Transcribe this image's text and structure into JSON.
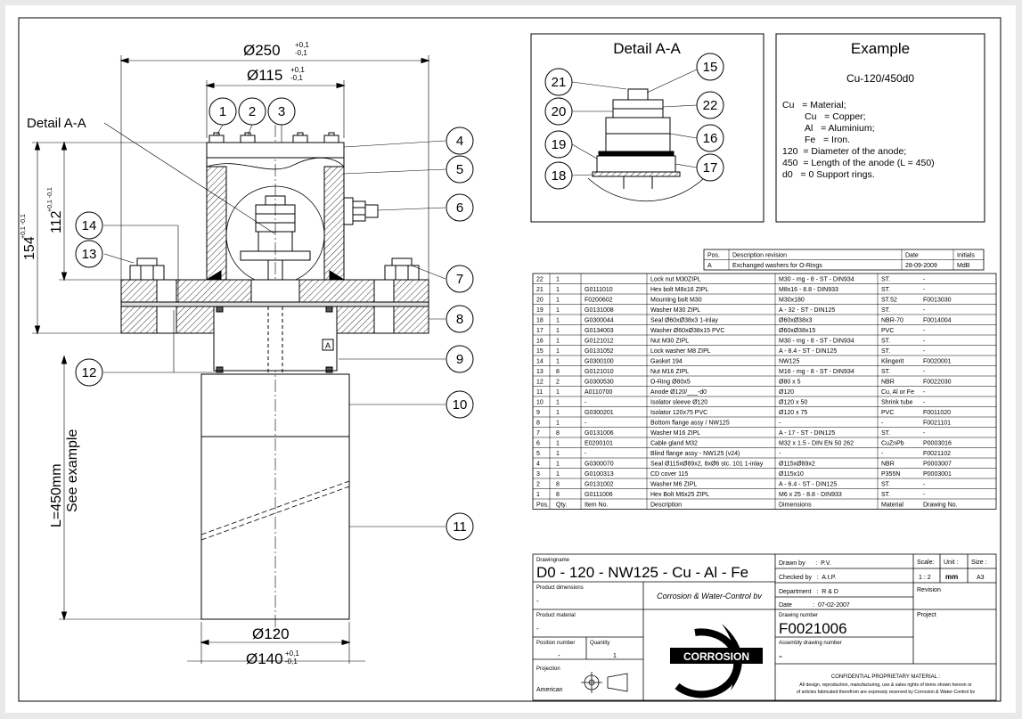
{
  "drawing": {
    "dim_top_outer": "Ø250",
    "dim_top_outer_tol_plus": "+0,1",
    "dim_top_outer_tol_minus": "-0,1",
    "dim_top_inner": "Ø115",
    "dim_top_inner_tol_plus": "+0,1",
    "dim_top_inner_tol_minus": "-0,1",
    "dim_height_154": "154",
    "dim_height_154_tol": "+0,1 -0,1",
    "dim_height_112": "112",
    "dim_height_112_tol": "+0,1 -0,1",
    "detail_label": "Detail A-A",
    "length_label": "L=450mm",
    "length_sub": "See example",
    "dim_bottom_inner": "Ø120",
    "dim_bottom_outer": "Ø140",
    "dim_bottom_outer_tol_plus": "+0,1",
    "dim_bottom_outer_tol_minus": "-0,1",
    "section_marker": "A",
    "balloons_main": [
      "1",
      "2",
      "3",
      "4",
      "5",
      "6",
      "7",
      "8",
      "9",
      "10",
      "11",
      "12",
      "13",
      "14"
    ]
  },
  "detail": {
    "title": "Detail A-A",
    "balloons": [
      "15",
      "16",
      "17",
      "18",
      "19",
      "20",
      "21",
      "22"
    ]
  },
  "example": {
    "title": "Example",
    "code": "Cu-120/450d0",
    "lines": [
      "Cu   = Material;",
      "Cu   = Copper;",
      "Al   = Aluminium;",
      "Fe   = Iron.",
      "120  = Diameter of the anode;",
      "450  = Length of the anode (L = 450)",
      "d0   = 0 Support rings."
    ]
  },
  "revision": {
    "headers": [
      "Pos.",
      "Description revision",
      "Date",
      "Initials"
    ],
    "rows": [
      [
        "A",
        "Exchanged washers for O-Rings",
        "28-09-2009",
        "MdB"
      ]
    ]
  },
  "parts": {
    "headers": [
      "Pos.",
      "Qty.",
      "Item No.",
      "Description",
      "Dimensions",
      "Material",
      "Drawing No."
    ],
    "rows": [
      [
        "22",
        "1",
        "",
        "Lock nut M30ZIPL",
        "M30 - mg - 8 - ST - DIN934",
        "ST.",
        "-"
      ],
      [
        "21",
        "1",
        "G0111010",
        "Hex bolt M8x16 ZIPL",
        "M8x16 - 8.8 - DIN933",
        "ST.",
        "-"
      ],
      [
        "20",
        "1",
        "F0200602",
        "Mounting bolt M30",
        "M30x180",
        "ST.52",
        "F0013030"
      ],
      [
        "19",
        "1",
        "G0131008",
        "Washer M30 ZIPL",
        "A - 32 - ST - DIN125",
        "ST.",
        "-"
      ],
      [
        "18",
        "1",
        "G0300044",
        "Seal Ø60xØ38x3 1-inlay",
        "Ø60xØ38x3",
        "NBR-70",
        "F0014004"
      ],
      [
        "17",
        "1",
        "G0134003",
        "Washer Ø60xØ38x15 PVC",
        "Ø60xØ38x15",
        "PVC",
        "-"
      ],
      [
        "16",
        "1",
        "G0121012",
        "Nut M30 ZIPL",
        "M30 - mg - 8 - ST - DIN934",
        "ST.",
        "-"
      ],
      [
        "15",
        "1",
        "G0131052",
        "Lock washer M8 ZIPL",
        "A - 8.4 - ST - DIN125",
        "ST.",
        "-"
      ],
      [
        "14",
        "1",
        "G0300100",
        "Gasket 194",
        "NW125",
        "Klingerit",
        "F0020001"
      ],
      [
        "13",
        "8",
        "G0121010",
        "Nut M16 ZIPL",
        "M16 - mg - 8 - ST - DIN934",
        "ST.",
        "-"
      ],
      [
        "12",
        "2",
        "G0300530",
        "O-Ring Ø80x5",
        "Ø80 x 5",
        "NBR",
        "F0022030"
      ],
      [
        "11",
        "1",
        "A0110700",
        "Anode Ø120/___-d0",
        "Ø120",
        "Cu, Al or Fe",
        "-"
      ],
      [
        "10",
        "1",
        "-",
        "Isolator sleeve Ø120",
        "Ø120 x 50",
        "Shrink tube",
        "-"
      ],
      [
        "9",
        "1",
        "G0300201",
        "Isolator 120x75 PVC",
        "Ø120 x 75",
        "PVC",
        "F0011020"
      ],
      [
        "8",
        "1",
        "-",
        "Bottom flange assy / NW125",
        "-",
        "-",
        "F0021101"
      ],
      [
        "7",
        "8",
        "G0131006",
        "Washer M16 ZIPL",
        "A - 17 - ST - DIN125",
        "ST.",
        "-"
      ],
      [
        "6",
        "1",
        "E0200101",
        "Cable gland M32",
        "M32 x 1.5 - DIN EN 50 262",
        "CuZnPb",
        "P0003016"
      ],
      [
        "5",
        "1",
        "-",
        "Blind flange assy - NW125 (v24)",
        "-",
        "-",
        "F0021102"
      ],
      [
        "4",
        "1",
        "G0300070",
        "Seal Ø115xØ89x2, 8xØ6 stc. 101 1-inlay",
        "Ø115xØ89x2",
        "NBR",
        "P0003007"
      ],
      [
        "3",
        "1",
        "G0100313",
        "CD cover 115",
        "Ø115x10",
        "P355N",
        "P0003001"
      ],
      [
        "2",
        "8",
        "G0131002",
        "Washer M6 ZIPL",
        "A - 6.4 - ST - DIN125",
        "ST.",
        "-"
      ],
      [
        "1",
        "8",
        "G0111006",
        "Hex Bolt M6x25 ZIPL",
        "M6 x 25 - 8.8 - DIN933",
        "ST.",
        "-"
      ]
    ]
  },
  "titleblock": {
    "drawingname_label": "Drawingname",
    "drawingname": "D0 - 120 - NW125 - Cu - Al - Fe",
    "drawn_by": "Drawn by      :  P.V.",
    "checked_by": "Checked by   :  A.t.P.",
    "department": "Department   :  R & D",
    "date": "Date            :  07-02-2007",
    "scale_label": "Scale:",
    "scale": "1 : 2",
    "unit_label": "Unit  :",
    "unit": "mm",
    "size_label": "Size :",
    "size": "A3",
    "revision_label": "Revision",
    "product_dimensions_label": "Product dimensions",
    "product_dimensions": "-",
    "company": "Corrosion & Water-Control bv",
    "drawing_number_label": "Drawing number",
    "drawing_number": "F0021006",
    "project_label": "Project",
    "product_material_label": "Product material",
    "product_material": "-",
    "position_number_label": "Position number",
    "position_number": "-",
    "quantity_label": "Quantity",
    "quantity": "1",
    "assembly_label": "Assembly drawing number",
    "assembly": "-",
    "projection_label": "Projection",
    "projection": "American",
    "logo_text": "CORROSION",
    "confidential_title": "CONFIDENTIAL PROPRIETARY MATERIAL :",
    "confidential_1": "All design, reproduction, manufacturing, use & sales rights of items shown hereon or",
    "confidential_2": "of articles fabricated therefrom are expressly reserved by Corrosion & Water-Control bv"
  }
}
